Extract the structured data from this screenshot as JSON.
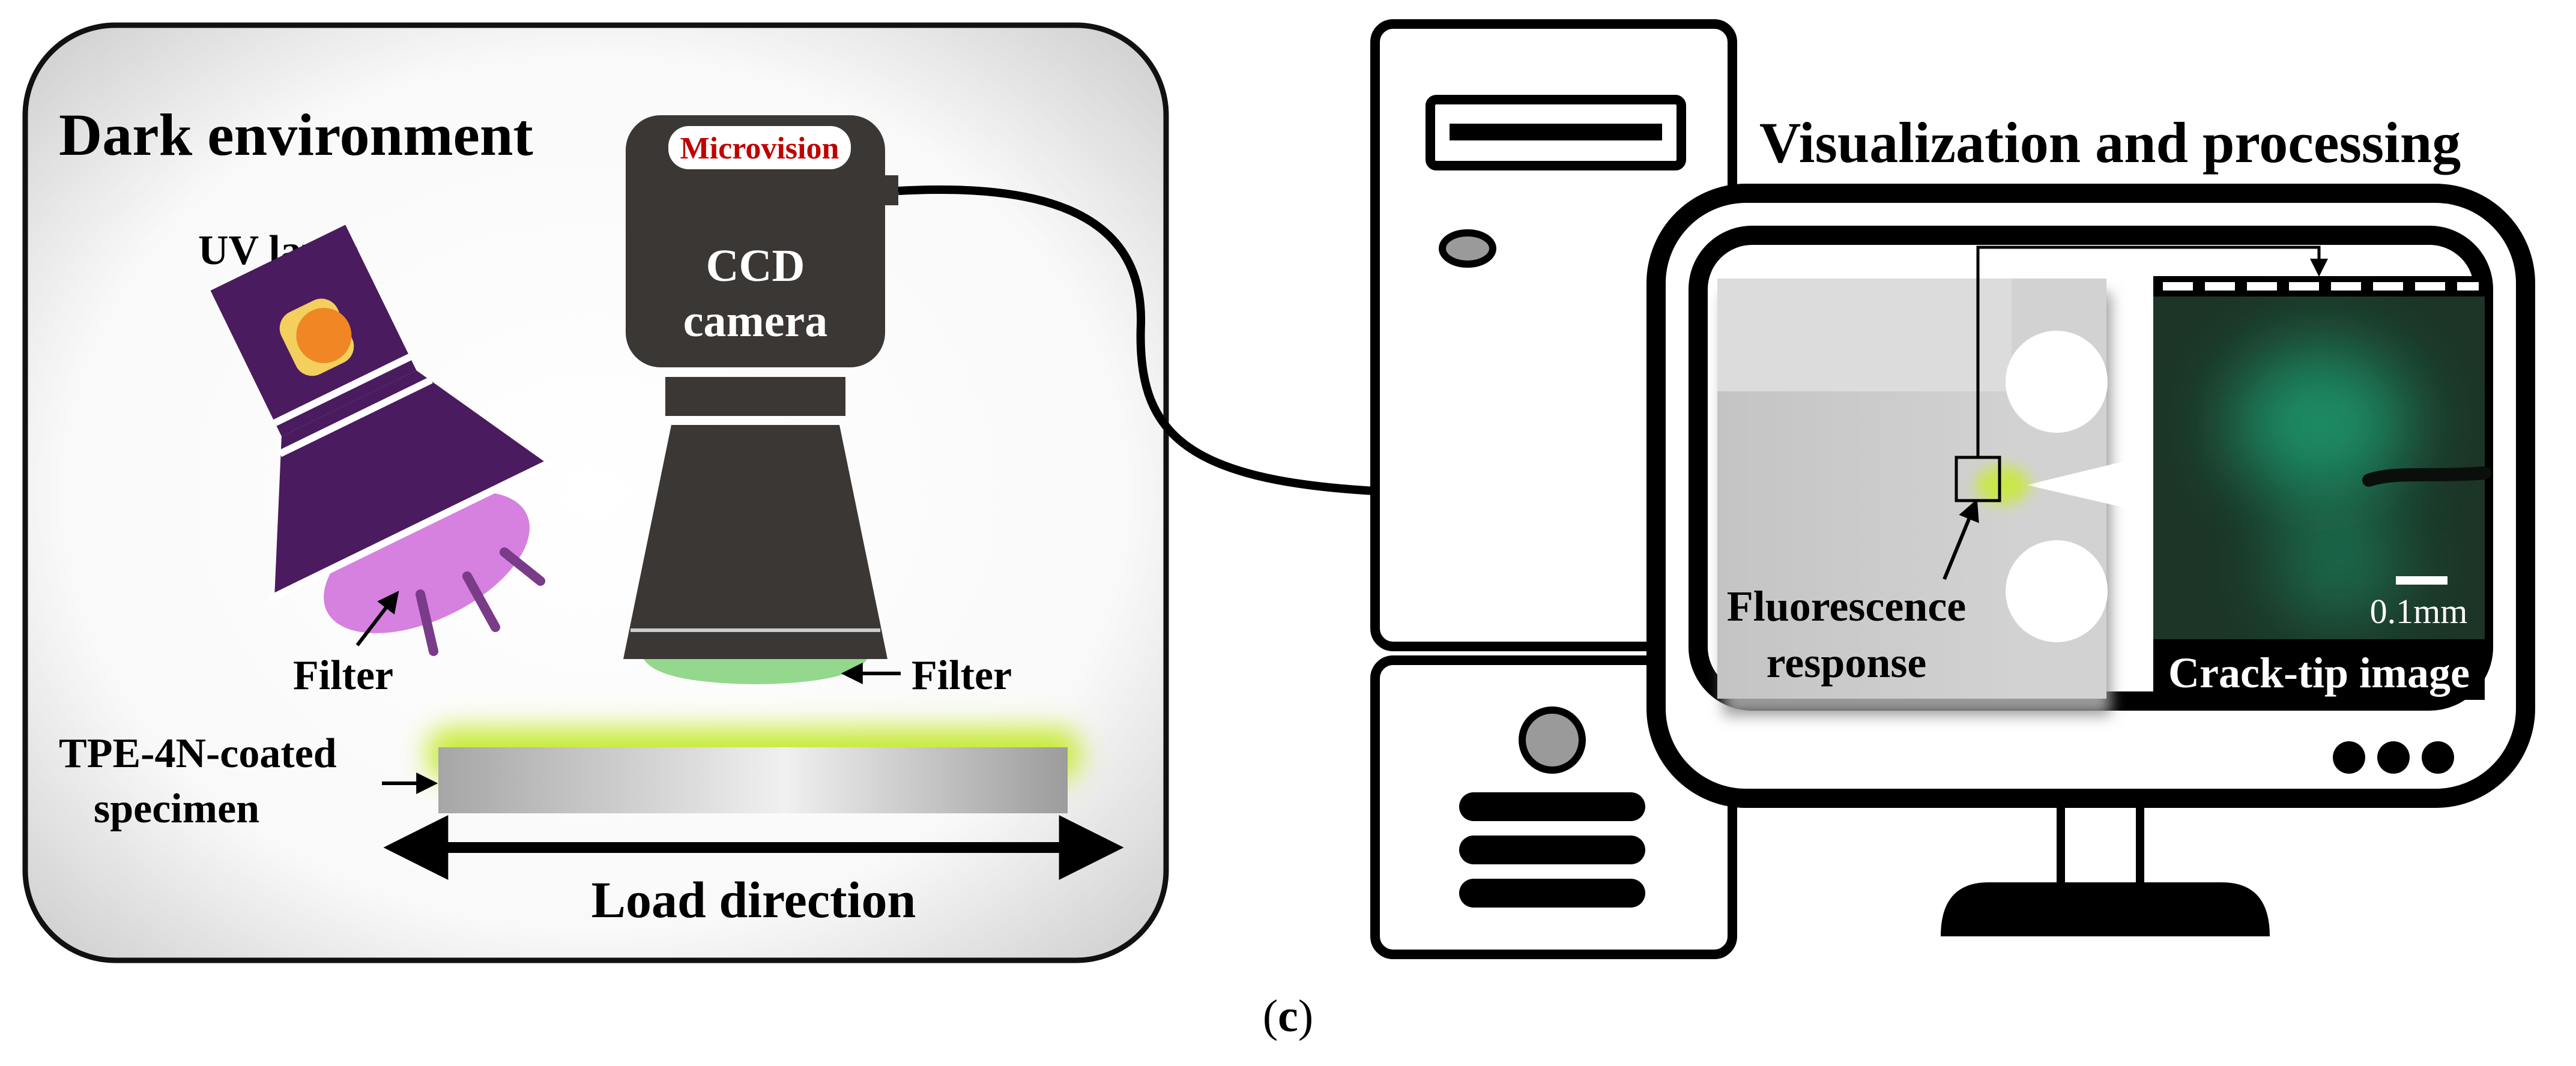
{
  "environment": {
    "title": "Dark environment",
    "uv_lamp_label": "UV lamp",
    "lamp_filter_label": "Filter",
    "camera_brand": "Microvision",
    "camera_label_line1": "CCD",
    "camera_label_line2": "camera",
    "camera_filter_label": "Filter",
    "specimen_label_line1": "TPE-4N-coated",
    "specimen_label_line2": "specimen",
    "load_label": "Load direction"
  },
  "processing": {
    "title": "Visualization and processing",
    "fluorescence_line1": "Fluorescence",
    "fluorescence_line2": "response",
    "scale_label": "0.1mm",
    "crack_tip_label": "Crack-tip image"
  },
  "caption": {
    "prefix": "(",
    "letter": "c",
    "suffix": ")"
  },
  "colors": {
    "lamp_purple": "#4a1b5e",
    "lamp_glow": "#d680e0",
    "camera_body": "#3b3735",
    "filter_green": "#93d88c",
    "brand_red": "#c00000",
    "specimen_glow": "#c8ea3a",
    "crack_bg": "#1c3526",
    "fluorescence_green": "#1fd49a"
  }
}
